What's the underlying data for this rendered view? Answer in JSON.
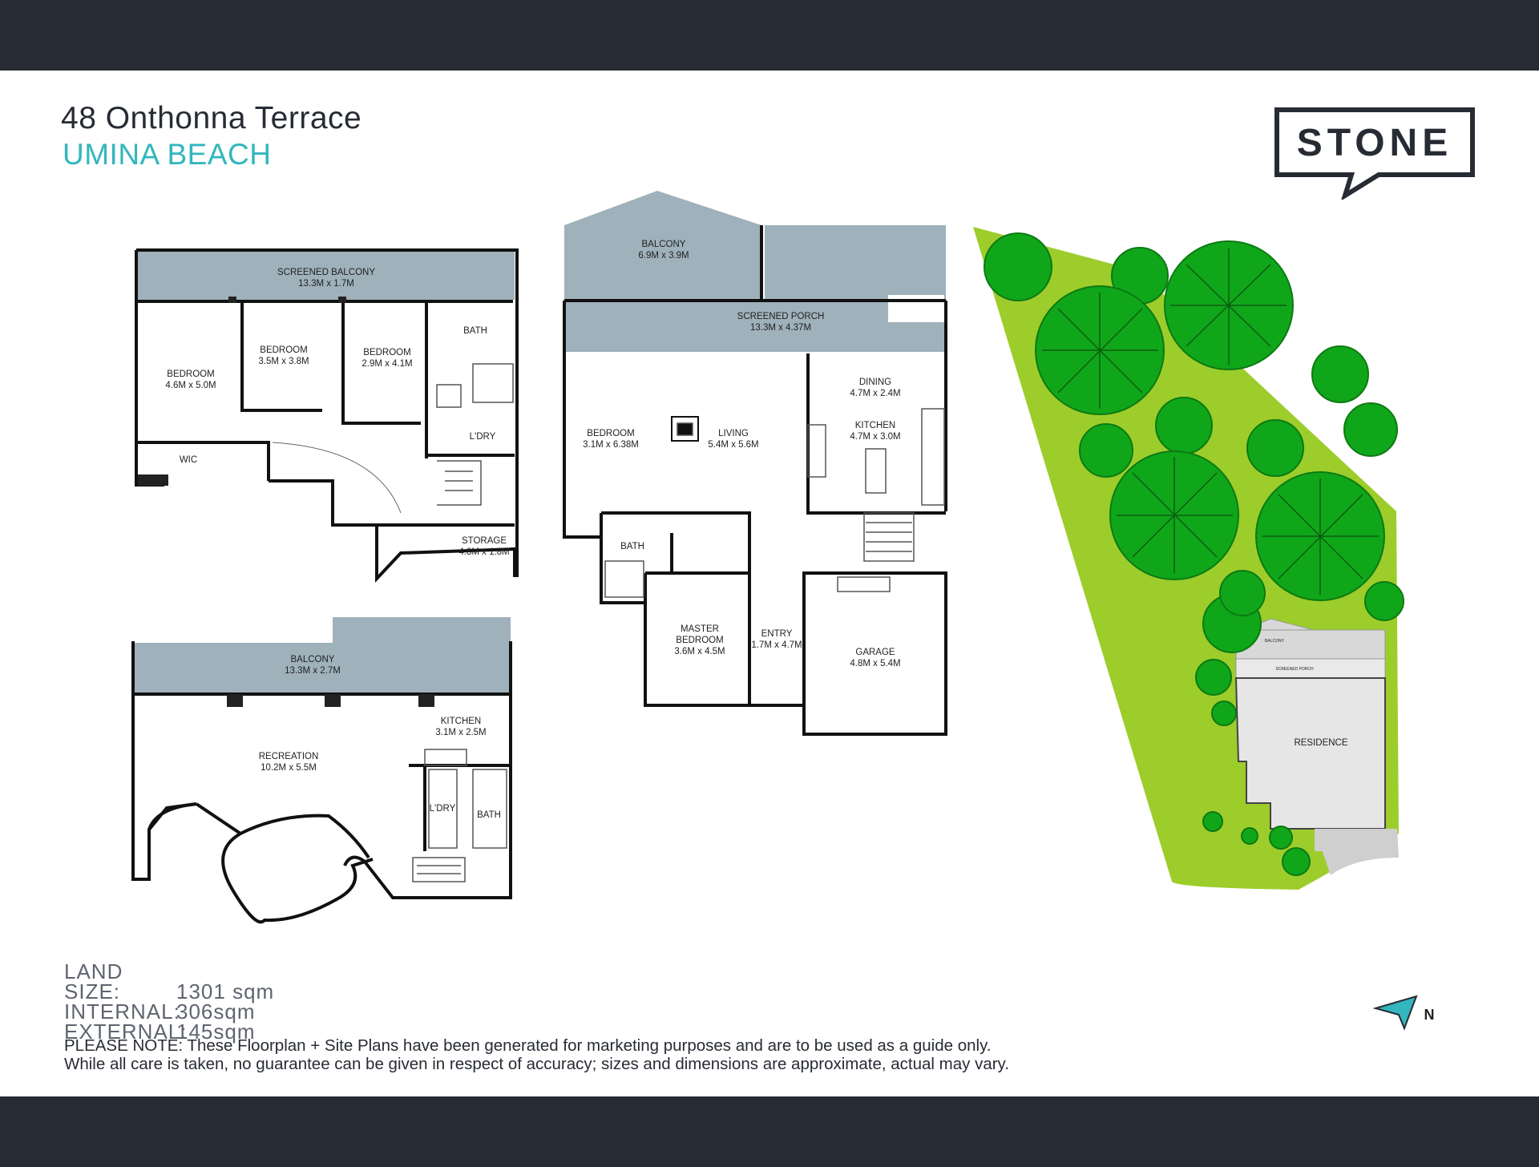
{
  "header": {
    "address": "48 Onthonna Terrace",
    "suburb": "UMINA BEACH",
    "logo_text": "STONE"
  },
  "colors": {
    "band": "#272b34",
    "accent": "#33b6bd",
    "balcony_fill": "#9fb1bb",
    "lawn": "#9ccd2b",
    "tree": "#10a61a",
    "wall": "#111111"
  },
  "floor_upper": {
    "rooms": [
      {
        "name": "SCREENED BALCONY",
        "size": "13.3M x 1.7M"
      },
      {
        "name": "BEDROOM",
        "size": "4.6M x 5.0M"
      },
      {
        "name": "BEDROOM",
        "size": "3.5M x 3.8M"
      },
      {
        "name": "BEDROOM",
        "size": "2.9M x 4.1M"
      },
      {
        "name": "BATH"
      },
      {
        "name": "L'DRY"
      },
      {
        "name": "WIC"
      },
      {
        "name": "STORAGE",
        "size": "4.8M x 1.8M"
      }
    ]
  },
  "floor_lower": {
    "rooms": [
      {
        "name": "BALCONY",
        "size": "13.3M x 2.7M"
      },
      {
        "name": "KITCHEN",
        "size": "3.1M x 2.5M"
      },
      {
        "name": "RECREATION",
        "size": "10.2M x 5.5M"
      },
      {
        "name": "L'DRY"
      },
      {
        "name": "BATH"
      }
    ]
  },
  "floor_main": {
    "rooms": [
      {
        "name": "BALCONY",
        "size": "6.9M x 3.9M"
      },
      {
        "name": "SCREENED PORCH",
        "size": "13.3M x 4.37M"
      },
      {
        "name": "DINING",
        "size": "4.7M x 2.4M"
      },
      {
        "name": "KITCHEN",
        "size": "4.7M x 3.0M"
      },
      {
        "name": "BEDROOM",
        "size": "3.1M x 6.38M"
      },
      {
        "name": "LIVING",
        "size": "5.4M x 5.6M"
      },
      {
        "name": "BATH"
      },
      {
        "name": "MASTER",
        "name2": "BEDROOM",
        "size": "3.6M x 4.5M"
      },
      {
        "name": "ENTRY",
        "size": "1.7M x 4.7M"
      },
      {
        "name": "GARAGE",
        "size": "4.8M x 5.4M"
      }
    ]
  },
  "site": {
    "labels": {
      "balcony": "BALCONY",
      "porch": "SCREENED PORCH",
      "residence": "RESIDENCE"
    }
  },
  "stats": {
    "land_label": "LAND SIZE:",
    "land_value": "1301 sqm",
    "internal_label": "INTERNAL:",
    "internal_value": "306sqm",
    "external_label": "EXTERNAL:",
    "external_value": "145sqm"
  },
  "note": {
    "line1": "PLEASE NOTE: These Floorplan + Site Plans have been generated for marketing purposes and are to be used as a guide only.",
    "line2": "While all care is taken, no guarantee can be given in respect of accuracy; sizes and dimensions are approximate, actual may vary."
  },
  "compass": {
    "letter": "N"
  }
}
